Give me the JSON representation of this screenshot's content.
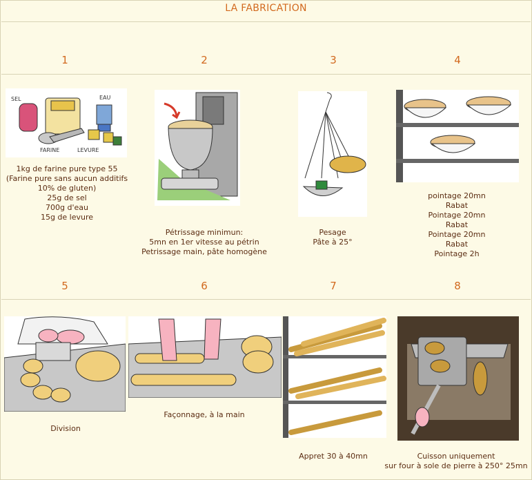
{
  "title": "LA FABRICATION",
  "steps": [
    {
      "number": "1",
      "icon": "ingredients-icon",
      "label_words": [
        "SEL",
        "EAU",
        "FARINE",
        "LEVURE"
      ],
      "caption": "1kg de farine pure type 55\n(Farine pure sans aucun additifs\n10% de gluten)\n25g de sel\n700g d'eau\n15g de levure"
    },
    {
      "number": "2",
      "icon": "kneading-machine-icon",
      "caption": "Pétrissage minimun:\n5mn en 1er vitesse au pétrin\nPetrissage main, pâte homogène"
    },
    {
      "number": "3",
      "icon": "scale-icon",
      "caption": "Pesage\nPâte à 25°"
    },
    {
      "number": "4",
      "icon": "proofing-bowls-icon",
      "caption": "pointage 20mn\nRabat\nPointage 20mn\nRabat\nPointage 20mn\nRabat\nPointage 2h"
    },
    {
      "number": "5",
      "icon": "dough-division-icon",
      "caption": "Division"
    },
    {
      "number": "6",
      "icon": "hand-shaping-icon",
      "caption": "Façonnage, à la main"
    },
    {
      "number": "7",
      "icon": "baguette-rack-icon",
      "caption": "Appret 30 à 40mn"
    },
    {
      "number": "8",
      "icon": "oven-peel-icon",
      "caption": "Cuisson uniquement\nsur four à sole de pierre à 250° 25mn"
    }
  ]
}
